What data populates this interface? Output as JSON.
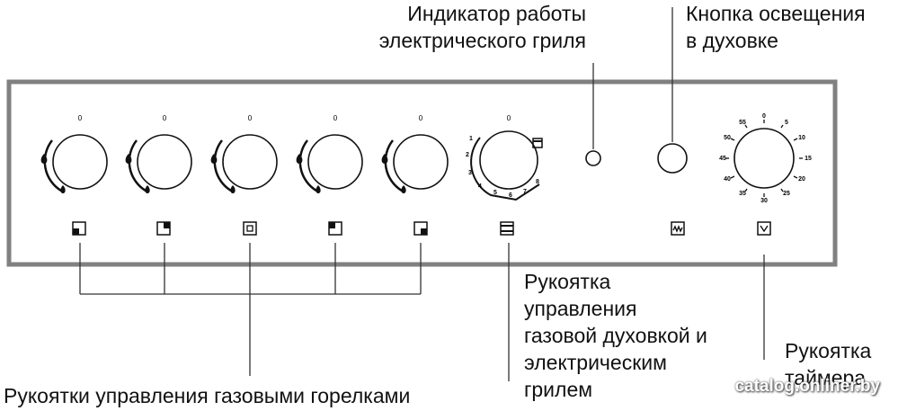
{
  "labels": {
    "grill_indicator": [
      "Индикатор работы",
      "электрического гриля"
    ],
    "oven_light_button": [
      "Кнопка освещения",
      "в духовке"
    ],
    "oven_knob": [
      "Рукоятка",
      "управления",
      "газовой духовкой и",
      "электрическим",
      "грилем"
    ],
    "timer_knob": [
      "Рукоятка",
      "таймера"
    ],
    "burner_knobs": "Рукоятки управления газовыми горелками"
  },
  "knob_marks": {
    "zero": "0",
    "oven_scale": [
      "1",
      "2",
      "3",
      "4",
      "5",
      "6",
      "7",
      "8"
    ],
    "timer_scale": [
      "0",
      "5",
      "10",
      "15",
      "20",
      "25",
      "30",
      "35",
      "40",
      "45",
      "50",
      "55"
    ]
  },
  "watermark": "catalog.onliner.by",
  "colors": {
    "panel_border": "#808080",
    "line": "#111111",
    "background": "#ffffff"
  }
}
